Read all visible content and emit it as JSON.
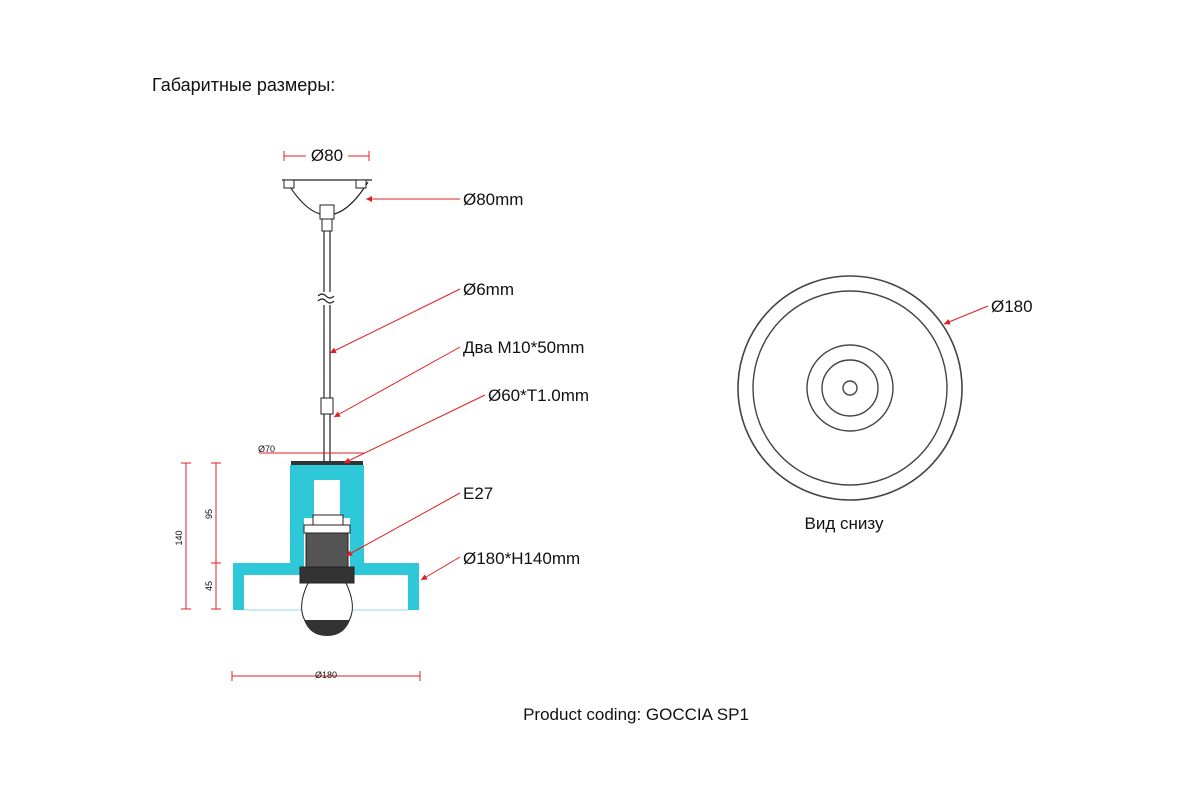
{
  "heading": "Габаритные размеры:",
  "side_view": {
    "canopy_width": "Ø80",
    "callouts": {
      "canopy": "Ø80mm",
      "cable": "Ø6mm",
      "screws": "Два M10*50mm",
      "disc": "Ø60*T1.0mm",
      "socket": "E27",
      "shade": "Ø180*H140mm"
    },
    "dims": {
      "top_width": "Ø70",
      "total_height": "140",
      "upper_height": "95",
      "lower_height": "45",
      "bottom_width": "Ø180"
    }
  },
  "bottom_view": {
    "diameter": "Ø180",
    "caption": "Вид снизу"
  },
  "footer": "Product coding: GOCCIA SP1",
  "colors": {
    "shade": "#2ec8d8",
    "dimension_line": "#e02020",
    "outline": "#222222"
  }
}
